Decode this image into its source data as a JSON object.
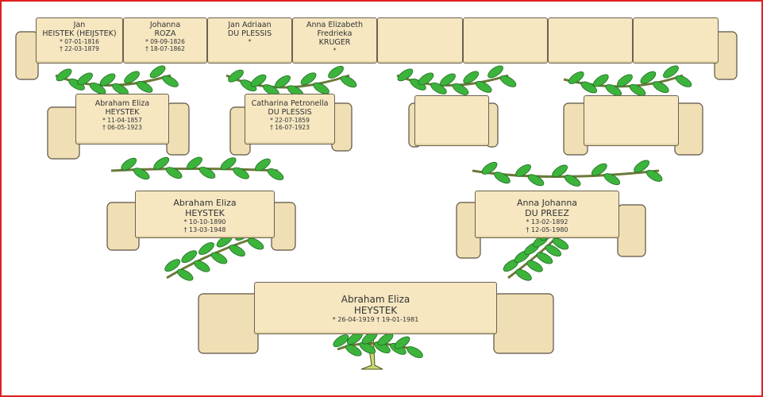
{
  "generation4": [
    {
      "first": "Jan",
      "last": "HEISTEK (HEIJSTEK)",
      "born": "* 07-01-1816",
      "died": "† 22-03-1879"
    },
    {
      "first": "Johanna",
      "last": "ROZA",
      "born": "* 09-09-1826",
      "died": "† 18-07-1862"
    },
    {
      "first": "Jan Adriaan",
      "last": "DU PLESSIS",
      "born": "*",
      "died": ""
    },
    {
      "first": "Anna Elizabeth Fredrieka",
      "last": "KRUGER",
      "born": "*",
      "died": ""
    },
    {
      "first": "",
      "last": "",
      "born": "",
      "died": ""
    },
    {
      "first": "",
      "last": "",
      "born": "",
      "died": ""
    },
    {
      "first": "",
      "last": "",
      "born": "",
      "died": ""
    },
    {
      "first": "",
      "last": "",
      "born": "",
      "died": ""
    }
  ],
  "generation3": [
    {
      "first": "Abraham Eliza",
      "last": "HEYSTEK",
      "born": "* 11-04-1857",
      "died": "† 06-05-1923"
    },
    {
      "first": "Catharina Petronella",
      "last": "DU PLESSIS",
      "born": "* 22-07-1859",
      "died": "† 16-07-1923"
    },
    {
      "first": "",
      "last": "",
      "born": "",
      "died": ""
    },
    {
      "first": "",
      "last": "",
      "born": "",
      "died": ""
    }
  ],
  "generation2": [
    {
      "first": "Abraham Eliza",
      "last": "HEYSTEK",
      "born": "* 10-10-1890",
      "died": "† 13-03-1948"
    },
    {
      "first": "Anna Johanna",
      "last": "DU PREEZ",
      "born": "* 13-02-1892",
      "died": "† 12-05-1980"
    }
  ],
  "root": {
    "first": "Abraham Eliza",
    "last": "HEYSTEK",
    "dates": "* 26-04-1919 † 19-01-1981"
  },
  "colors": {
    "parchment": "#f6e7c1",
    "leaf": "#3cb43c",
    "border": "#e02020"
  }
}
